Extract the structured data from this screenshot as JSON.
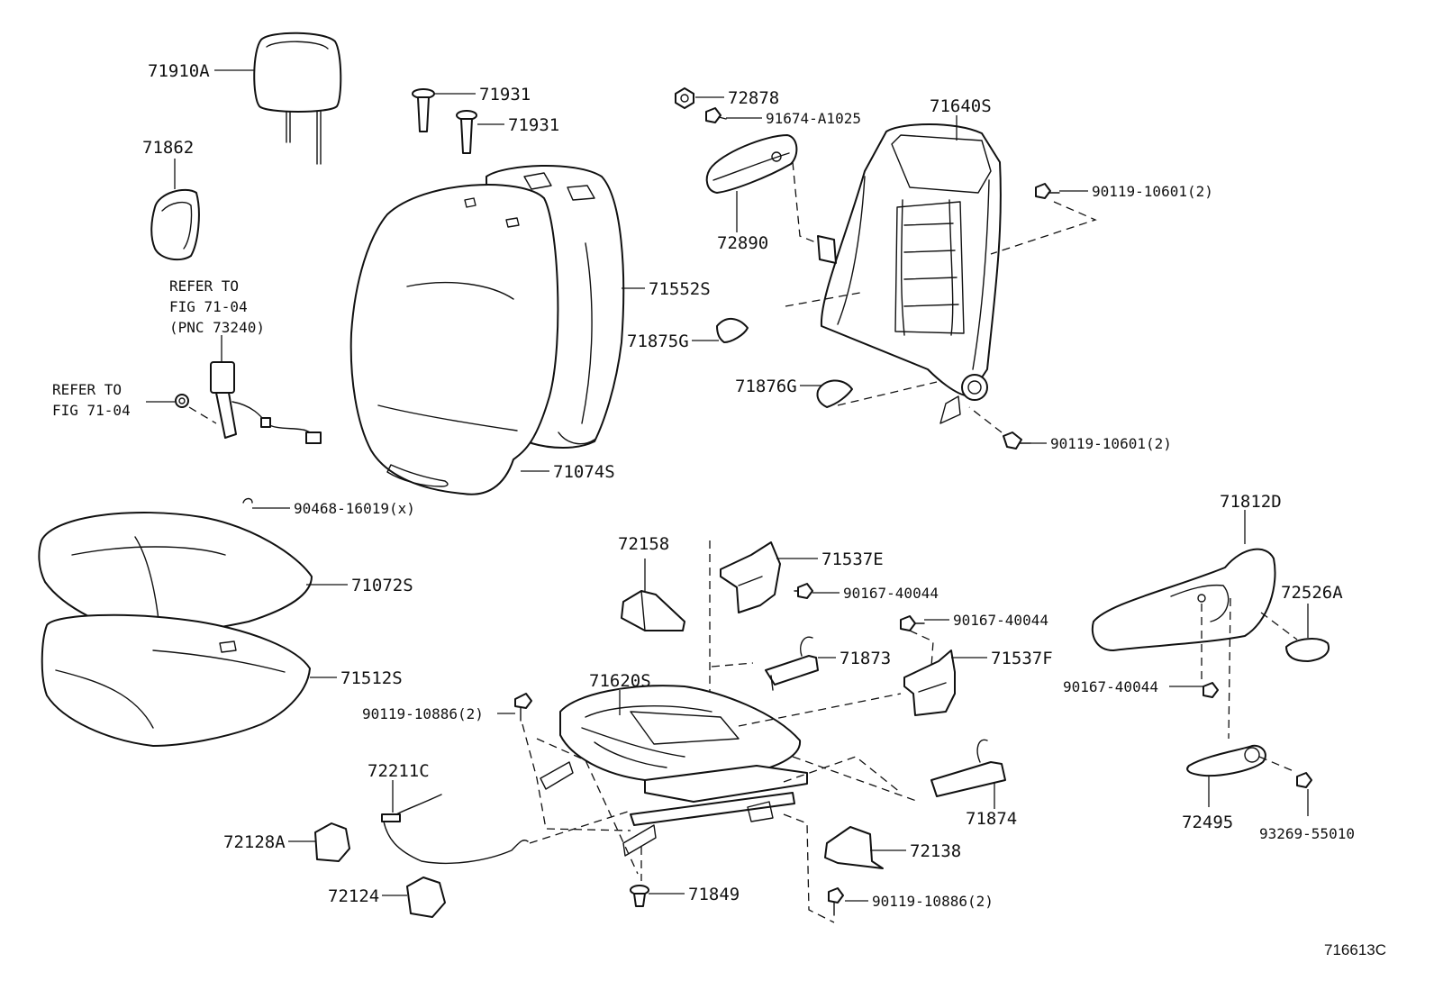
{
  "figure_code": "716613C",
  "callouts": {
    "headrest": "71910A",
    "headrest_support": "71862",
    "clip_upper": "71931",
    "clip_lower": "71931",
    "nut_72878": "72878",
    "bolt_91674": "91674-A1025",
    "armrest": "72890",
    "back_frame": "71640S",
    "back_bolt_upper": "90119-10601(2)",
    "back_bolt_lower": "90119-10601(2)",
    "back_cover": "71552S",
    "back_pad": "71074S",
    "cover_71875g": "71875G",
    "cover_71876g": "71876G",
    "hog_ring": "90468-16019(x)",
    "cushion_cover": "71072S",
    "cushion_pad": "71512S",
    "bracket_72158": "72158",
    "cushion_frame": "71620S",
    "frame_bolt": "90119-10886(2)",
    "cable_72211c": "72211C",
    "cover_72128a": "72128A",
    "cover_72124": "72124",
    "shield_71537e": "71537E",
    "screw_e": "90167-40044",
    "screw_f": "90167-40044",
    "hook_71873": "71873",
    "shield_71537f": "71537F",
    "hook_71874": "71874",
    "cover_72138": "72138",
    "screw_71849": "71849",
    "rail_bolt": "90119-10886(2)",
    "side_shield": "71812D",
    "knob_72526a": "72526A",
    "screw_side": "90167-40044",
    "lever_72495": "72495",
    "screw_93269": "93269-55010"
  },
  "references": {
    "belt_ref_line1": "REFER TO",
    "belt_ref_line2": "FIG 71-04",
    "belt_ref_line3": "(PNC 73240)",
    "nut_ref_line1": "REFER TO",
    "nut_ref_line2": "FIG 71-04"
  }
}
